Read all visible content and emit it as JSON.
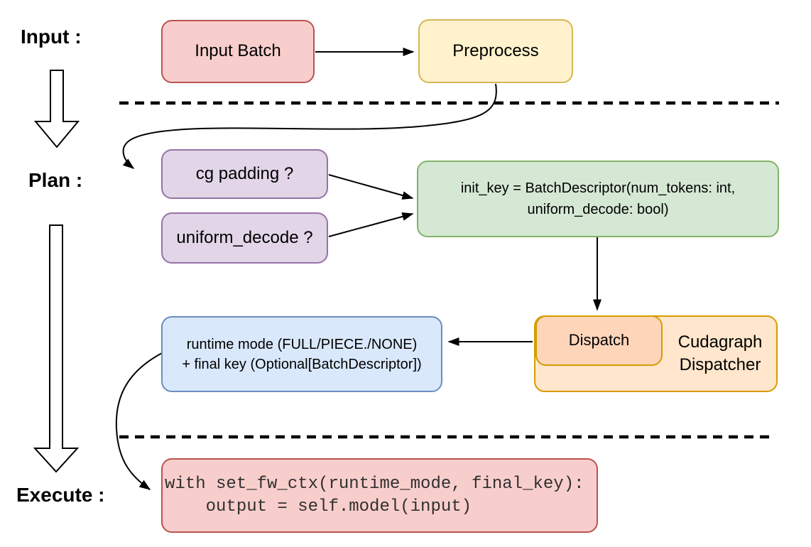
{
  "diagram": {
    "stages": {
      "input_label": "Input :",
      "plan_label": "Plan :",
      "execute_label": "Execute :"
    },
    "nodes": {
      "input_batch": {
        "label": "Input Batch",
        "fill": "#F8CECC",
        "stroke": "#B85450"
      },
      "preprocess": {
        "label": "Preprocess",
        "fill": "#FFF2CC",
        "stroke": "#D6B656"
      },
      "cg_padding": {
        "label": "cg padding ?",
        "fill": "#E1D5E7",
        "stroke": "#9673A6"
      },
      "uniform_decode": {
        "label": "uniform_decode ?",
        "fill": "#E1D5E7",
        "stroke": "#9673A6"
      },
      "init_key": {
        "line1": "init_key = BatchDescriptor(num_tokens: int,",
        "line2": "uniform_decode: bool)",
        "fill": "#D5E8D4",
        "stroke": "#82B366"
      },
      "dispatch": {
        "label": "Dispatch",
        "fill": "#FFD5BA",
        "stroke": "#D79B00"
      },
      "cudagraph_dispatcher": {
        "line1": "Cudagraph",
        "line2": "Dispatcher",
        "fill": "#FFE6CC",
        "stroke": "#D79B00"
      },
      "runtime_mode": {
        "line1": "runtime mode (FULL/PIECE./NONE)",
        "line2": "+ final key (Optional[BatchDescriptor])",
        "fill": "#DAE8FC",
        "stroke": "#6C8EBF"
      },
      "execute_code": {
        "line1": "with set_fw_ctx(runtime_mode, final_key):",
        "line2": "    output = self.model(input)",
        "fill": "#F8CECC",
        "stroke": "#B85450"
      }
    },
    "connector_color": "#000000"
  }
}
